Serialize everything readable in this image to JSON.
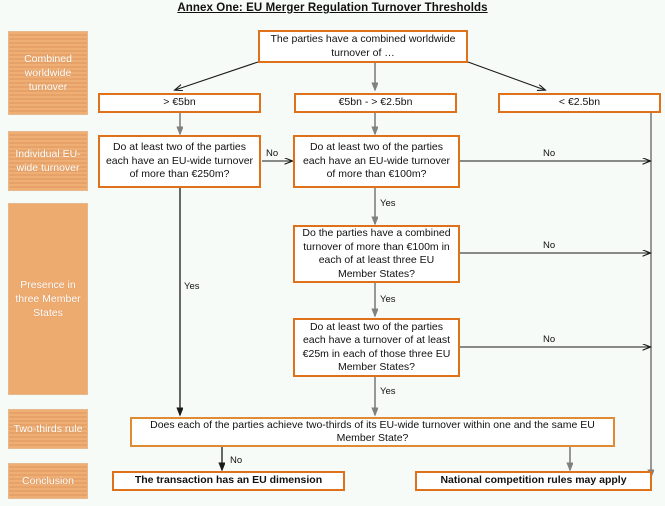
{
  "document": {
    "title": "Annex One: EU Merger Regulation Turnover Thresholds"
  },
  "sidebar": {
    "items": [
      {
        "label": "Combined worldwide turnover",
        "name": "phase-combined-worldwide-turnover"
      },
      {
        "label": "Individual EU-wide turnover",
        "name": "phase-individual-eu-wide-turnover"
      },
      {
        "label": "Presence in three Member States",
        "name": "phase-presence-three-member-states"
      },
      {
        "label": "Two-thirds rule",
        "name": "phase-two-thirds-rule"
      },
      {
        "label": "Conclusion",
        "name": "phase-conclusion"
      }
    ]
  },
  "flow": {
    "start": "The parties have a combined worldwide turnover of …",
    "thresholds": {
      "high": "> €5bn",
      "mid": "€5bn - > €2.5bn",
      "low": "< €2.5bn"
    },
    "decisions": {
      "eu_wide_250m": "Do at least two of the parties each have an EU-wide turnover of  more than €250m?",
      "eu_wide_100m": "Do at least two of the parties each have an EU-wide turnover of more than €100m?",
      "combined_100m_three_states": "Do the parties have a combined turnover of more than €100m in each of at least three EU Member States?",
      "each_25m_three_states": "Do at least two of the parties each have a turnover of at least €25m in each of those three EU Member States?",
      "two_thirds": "Does each of the parties achieve two-thirds of its EU-wide turnover within one and the same EU Member State?"
    },
    "conclusions": {
      "eu_dimension": "The transaction has an EU dimension",
      "national_rules": "National competition rules may apply"
    },
    "edge_labels": {
      "no": "No",
      "yes": "Yes"
    }
  },
  "colors": {
    "page_background": "#f7fbf8",
    "box_border": "#e0711b",
    "box_fill": "#ffffff",
    "phase_fill": "#eeab6f",
    "phase_text": "#ffffff",
    "arrow_black": "#1a1a1a",
    "arrow_gray": "#808080"
  }
}
